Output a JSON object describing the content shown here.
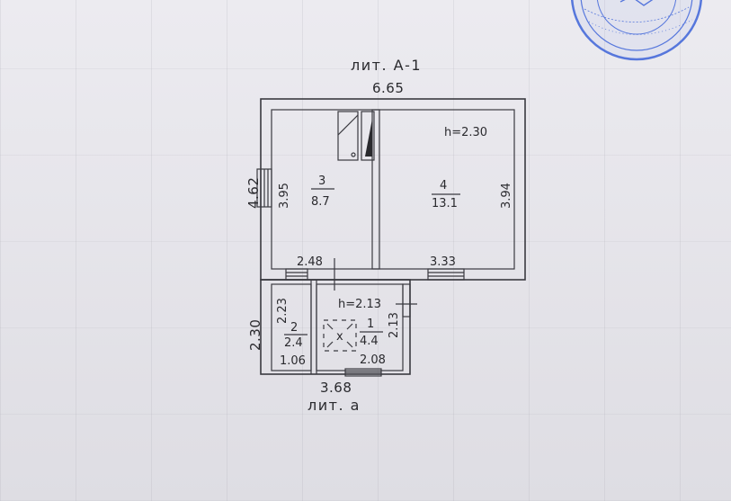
{
  "plan": {
    "title_top": "лит. А-1",
    "title_bottom": "лит. а",
    "overall_width_top": "6.65",
    "overall_width_bottom": "3.68",
    "left_height_main": "4.62",
    "left_height_annex": "2.30",
    "rooms": [
      {
        "number": "3",
        "area": "8.7",
        "depth": "3.95"
      },
      {
        "number": "4",
        "area": "13.1",
        "depth": "3.94",
        "ceiling": "h=2.30"
      },
      {
        "number": "2",
        "area": "2.4",
        "depth": "2.23",
        "width": "1.06"
      },
      {
        "number": "1",
        "area": "4.4",
        "depth": "2.13",
        "width": "2.08",
        "ceiling": "h=2.13"
      }
    ],
    "room3_width": "2.48",
    "room4_width": "3.33"
  },
  "stamp": {
    "color": "#3d63d9"
  },
  "colors": {
    "line": "#3a3a40",
    "paper": "#e4e3e8"
  }
}
